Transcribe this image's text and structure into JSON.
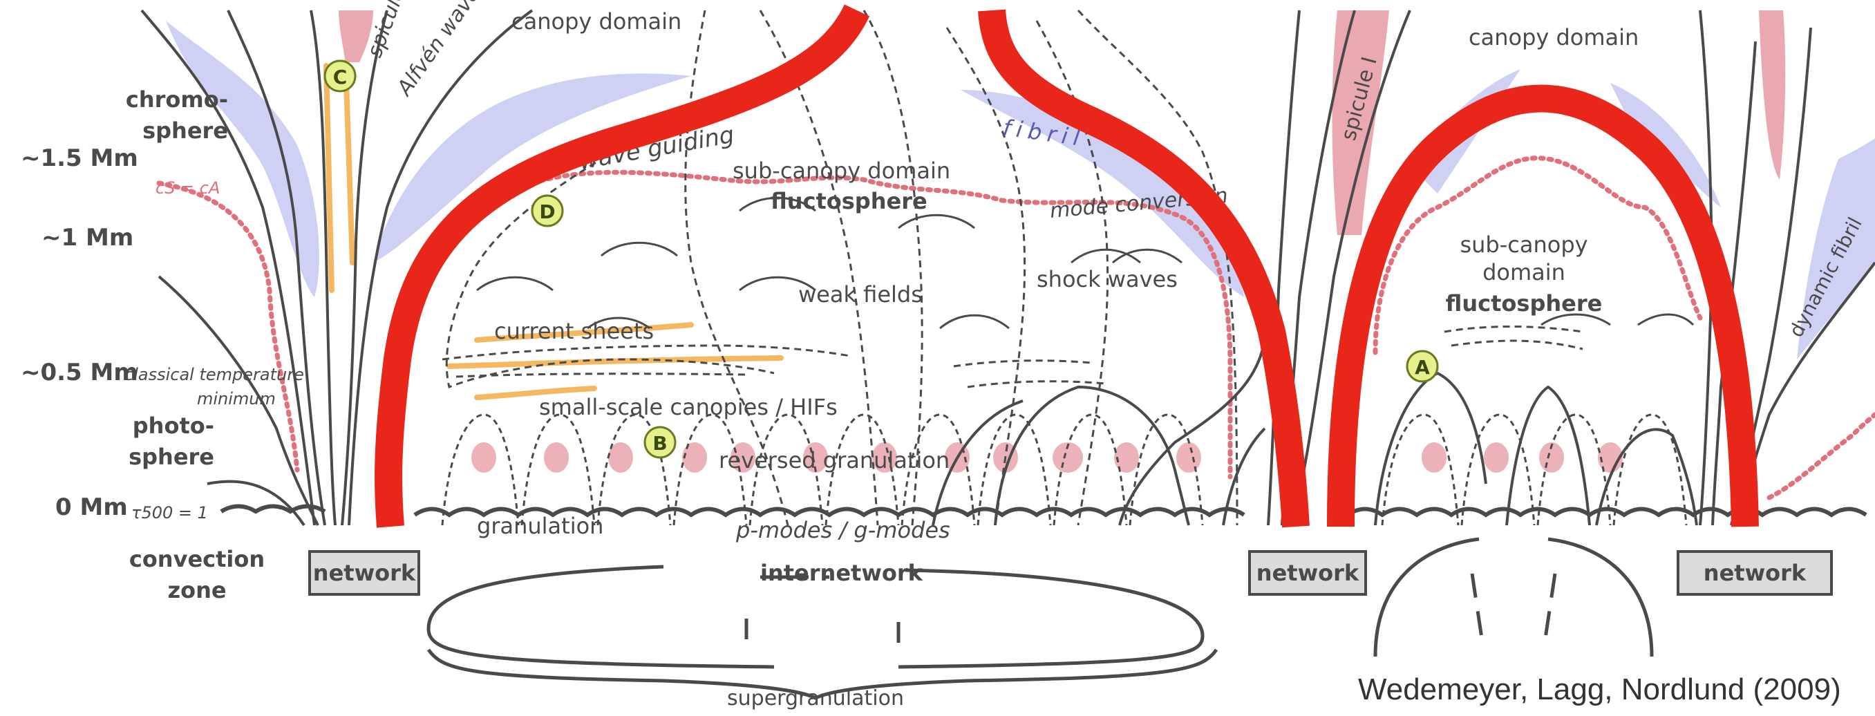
{
  "height_labels": {
    "mm15": "~1.5 Mm",
    "mm1": "~1 Mm",
    "mm05": "~0.5 Mm",
    "mm0": "0 Mm"
  },
  "layer_labels": {
    "chromo": "chromo-",
    "sphere": "sphere",
    "photo": "photo-",
    "photosphere2": "sphere",
    "convection": "convection",
    "zone": "zone"
  },
  "annotations": {
    "cs_ca": "cS = cA",
    "classical_temp": "classical temperature",
    "minimum": "minimum",
    "tau500": "τ500 = 1",
    "spicule_top": "spicule",
    "alfven": "Alfvén waves",
    "canopy_left": "canopy domain",
    "canopy_right": "canopy domain",
    "wave_guiding": "wave guiding",
    "subcanopy": "sub-canopy domain",
    "fluctosphere": "fluctosphere",
    "fibril": "fibril",
    "mode_conversion": "mode conversion",
    "shock_waves": "shock waves",
    "current_sheets": "current sheets",
    "weak_fields": "weak fields",
    "small_scale": "small-scale canopies / HIFs",
    "reversed_granulation": "reversed granulation",
    "granulation": "granulation",
    "pmodes": "p-modes / g-modes",
    "internetwork": "internetwork",
    "supergranulation": "supergranulation",
    "spicule_i": "spicule I",
    "subcanopy_r1": "sub-canopy",
    "subcanopy_r2": "domain",
    "fluctosphere_r": "fluctosphere",
    "dynamic_fibril": "dynamic fibril"
  },
  "network_boxes": [
    "network",
    "network",
    "network"
  ],
  "markers": [
    "A",
    "B",
    "C",
    "D"
  ],
  "credit": "Wedemeyer, Lagg, Nordlund (2009)",
  "colors": {
    "red_overlay": "#e8261a",
    "blue_fibril": "#c5c9f2",
    "pink_spicule": "#e8a0a8",
    "orange_sheet": "#f5b860",
    "marker_fill": "#e6f08c",
    "network_fill": "#dcdcdc",
    "line": "#4a4a4a",
    "dotted_red": "#e0707a"
  }
}
